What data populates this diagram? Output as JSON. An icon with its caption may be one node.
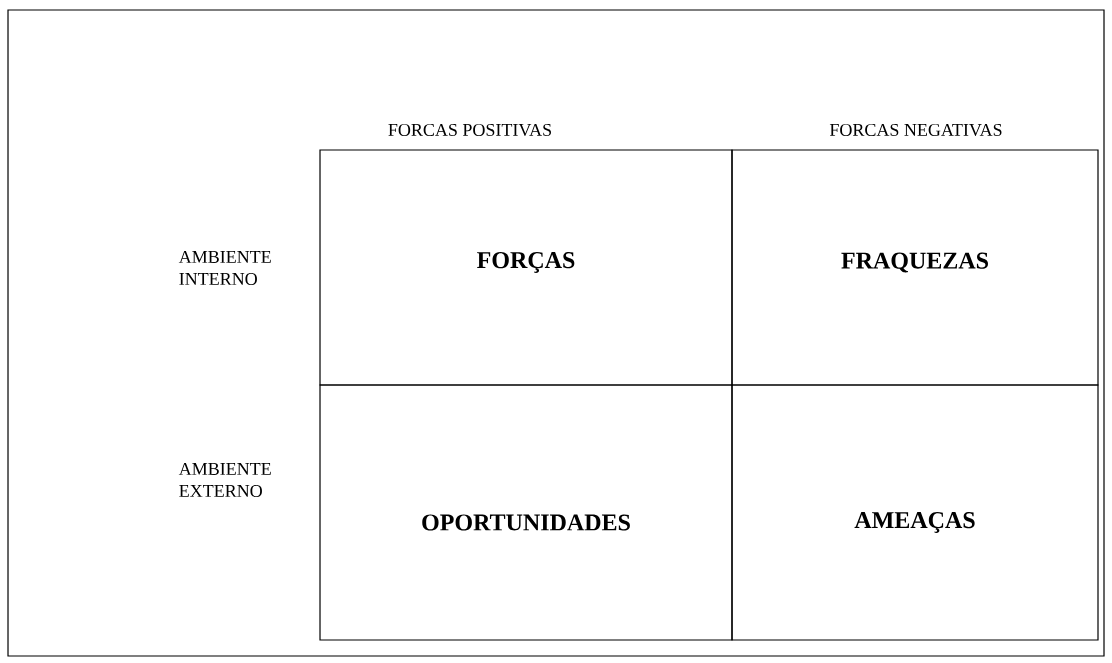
{
  "diagram": {
    "nodes": [
      {
        "text": [
          "FORÇAS"
        ]
      },
      {
        "text": [
          "FRAQUEZAS"
        ]
      },
      {
        "text": [
          "OPORTUNIDADES"
        ]
      },
      {
        "text": [
          "AMEAÇAS"
        ]
      }
    ],
    "labels": [
      "FORCAS POSITIVAS",
      "FORCAS NEGATIVAS",
      "AMBIENTE INTERNO",
      "AMBIENTE EXTERNO"
    ]
  }
}
